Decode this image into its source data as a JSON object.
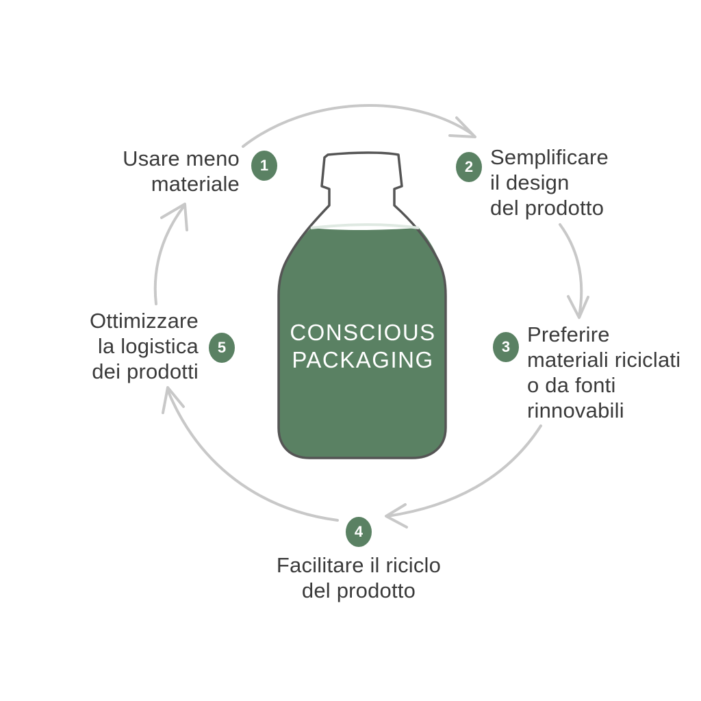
{
  "center": {
    "lines": [
      "CONSCIOUS",
      "PACKAGING"
    ]
  },
  "colors": {
    "bottle_fill": "#5a8163",
    "badge": "#5a8163",
    "arrow": "#c8c8c8",
    "outline": "#555555",
    "text": "#3a3a3a"
  },
  "steps": [
    {
      "number": "1",
      "lines": [
        "Usare meno",
        "materiale"
      ]
    },
    {
      "number": "2",
      "lines": [
        "Semplificare",
        "il design",
        "del prodotto"
      ]
    },
    {
      "number": "3",
      "lines": [
        "Preferire",
        "materiali riciclati",
        "o da fonti",
        "rinnovabili"
      ]
    },
    {
      "number": "4",
      "lines": [
        "Facilitare il riciclo",
        "del prodotto"
      ]
    },
    {
      "number": "5",
      "lines": [
        "Ottimizzare",
        "la logistica",
        "dei prodotti"
      ]
    }
  ]
}
